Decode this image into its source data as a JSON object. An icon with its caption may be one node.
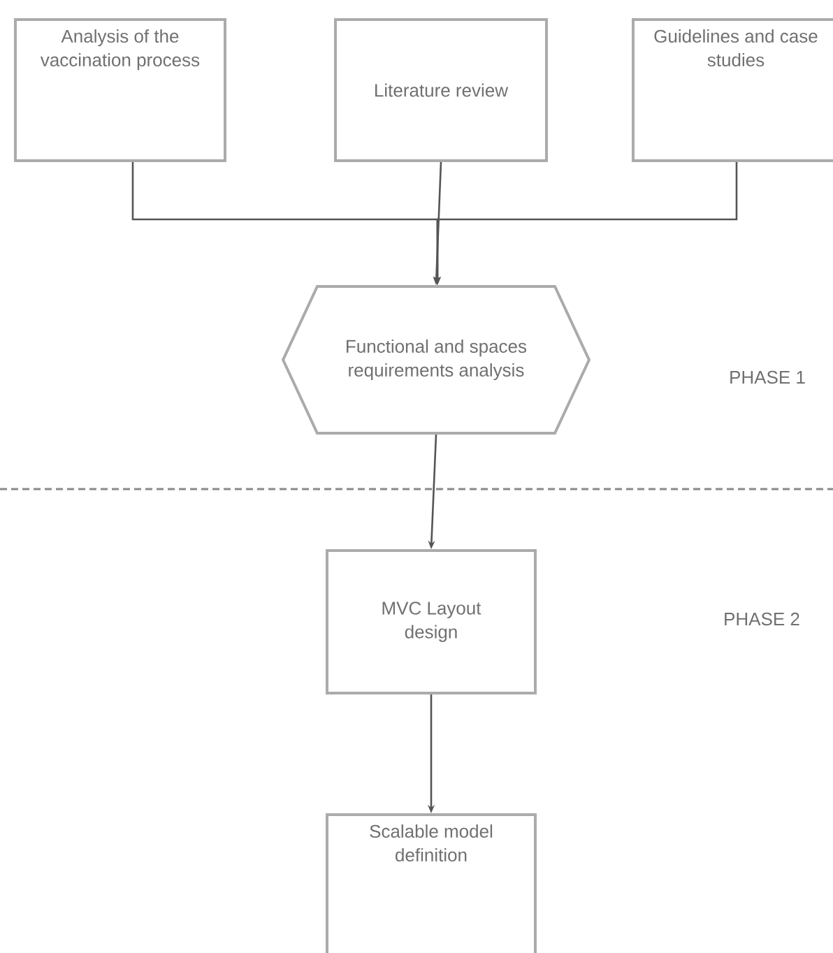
{
  "diagram": {
    "nodes": [
      {
        "text": [
          "Analysis of the vaccination process"
        ]
      },
      {
        "text": [
          "Literature review"
        ]
      },
      {
        "text": [
          "Guidelines and case studies"
        ]
      },
      {
        "text": [
          "Functional and spaces requirements analysis"
        ]
      },
      {
        "text": [
          "MVC Layout design"
        ]
      },
      {
        "text": [
          "Scalable model definition"
        ]
      }
    ],
    "edges": [
      {
        "from": 0,
        "to": 3,
        "arrow": "to"
      },
      {
        "from": 1,
        "to": 3,
        "arrow": "to"
      },
      {
        "from": 2,
        "to": 3,
        "arrow": "to"
      },
      {
        "from": 3,
        "to": 4,
        "arrow": "to"
      },
      {
        "from": 4,
        "to": 5,
        "arrow": "to"
      }
    ],
    "labels": [
      "PHASE 1",
      "PHASE 2"
    ]
  }
}
